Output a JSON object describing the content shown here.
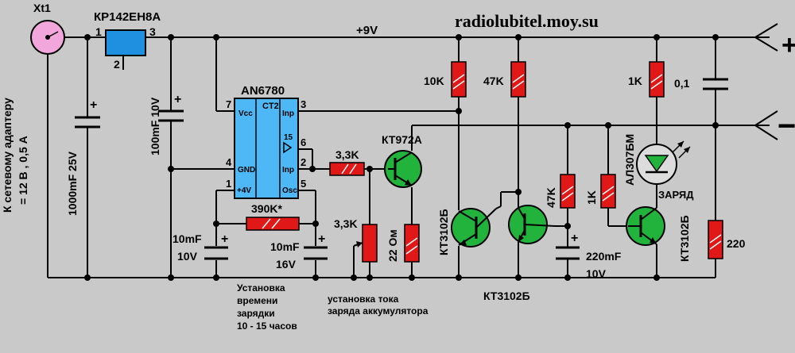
{
  "header": {
    "site": "radiolubitel.moy.su"
  },
  "connector": {
    "id": "Xt1",
    "side_label": "К сетевому адаптеру",
    "rating": "= 12 В  , 0,5 А"
  },
  "regulator": {
    "name": "КР142ЕН8А",
    "pin1": "1",
    "pin2": "2",
    "pin3": "3"
  },
  "rail": {
    "supply": "+9V"
  },
  "outputs": {
    "plus": "+",
    "minus": "−"
  },
  "chip": {
    "name": "AN6780",
    "block": "CT2",
    "pins": {
      "p7": "7",
      "p3": "3",
      "p6": "6",
      "p4": "4",
      "p2": "2",
      "p1": "1",
      "p5": "5",
      "p15": "15"
    },
    "labels": {
      "vcc": "Vcc",
      "inp_top": "Inp",
      "gnd": "GND",
      "inp_mid": "Inp",
      "plus4v": "+4V",
      "osc": "Osc"
    }
  },
  "components": {
    "c1": "1000mF 25V",
    "c2": "100mF 10V",
    "c3_value": "10mF",
    "c3_voltage": "10V",
    "c4_value": "10mF",
    "c4_voltage": "16V",
    "c5": "0,1",
    "c6_value": "220mF",
    "c6_voltage": "10V",
    "r_timer": "390K*",
    "r_base": "3,3K",
    "r_adj": "3,3K",
    "r_sense": "22 Ом",
    "r10k": "10K",
    "r47k_top": "47K",
    "r1k_led": "1K",
    "r47k_mid": "47K",
    "r1k_mid": "1K",
    "r220": "220",
    "q_power": "КТ972А",
    "q1": "КТ3102Б",
    "q2": "КТ3102Б",
    "q3": "КТ3102Б",
    "led_type": "АЛ307БМ",
    "led_label": "ЗАРЯД"
  },
  "notes": {
    "timer": [
      "Установка",
      "времени",
      "зарядки",
      "10 - 15 часов"
    ],
    "current": [
      "установка  тока",
      "заряда аккумулятора"
    ]
  },
  "colors": {
    "background": "#c9c9c9",
    "resistor": "#e01818",
    "transistor": "#21b33c",
    "chip": "#4db8f5",
    "connector": "#f2a6dc",
    "regulator": "#1f8fe0"
  }
}
